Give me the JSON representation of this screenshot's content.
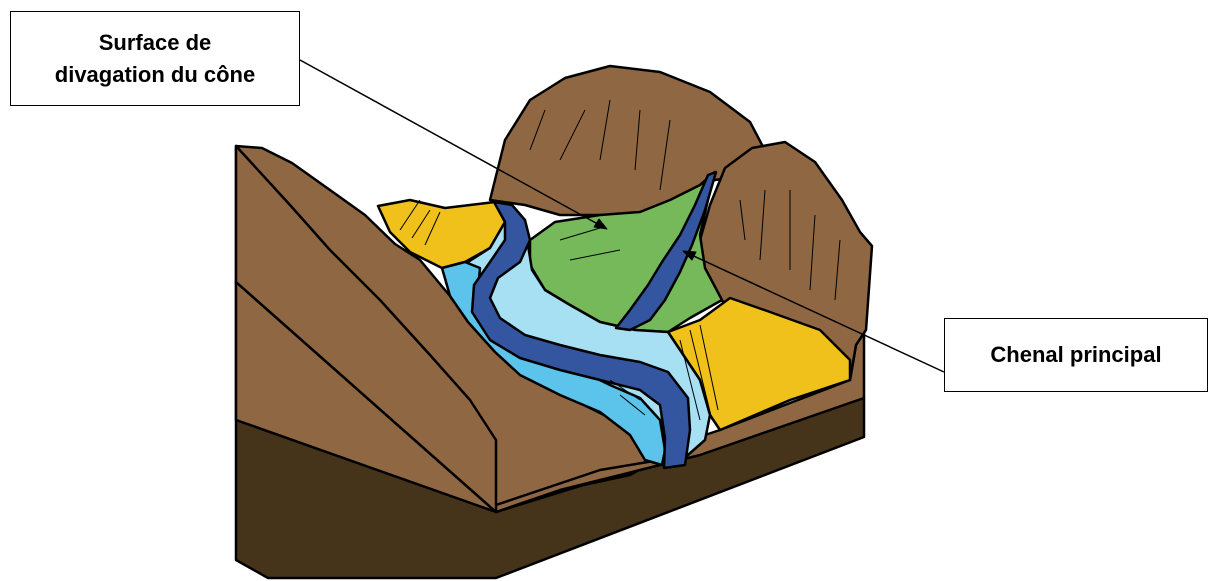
{
  "labels": {
    "surface_line1": "Surface de",
    "surface_line2": "divagation du cône",
    "chenal": "Chenal principal"
  },
  "colors": {
    "soil_brown": "#8f6843",
    "dark_base": "#45341a",
    "yellow_terrace": "#f0c11a",
    "green_cone": "#75b95a",
    "light_blue": "#a7dff3",
    "mid_blue": "#5cc3ea",
    "dark_blue": "#3456a0",
    "outline": "#000000"
  }
}
